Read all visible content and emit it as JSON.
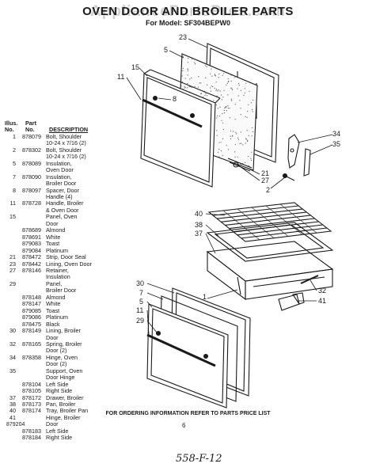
{
  "watermark": "AppliancePartsPros.com",
  "title": "OVEN DOOR AND BROILER PARTS",
  "model": "For Model: SF304BEPW0",
  "legend": {
    "headers": {
      "illus_line1": "Illus.",
      "illus_line2": "No.",
      "part_line1": "Part",
      "part_line2": "No.",
      "description": "DESCRIPTION"
    },
    "rows": [
      {
        "illus": "1",
        "part": "878079",
        "desc": "Bolt, Shoulder"
      },
      {
        "illus": "",
        "part": "",
        "desc": "10-24 x 7/16 (2)"
      },
      {
        "illus": "2",
        "part": "878302",
        "desc": "Bolt, Shoulder"
      },
      {
        "illus": "",
        "part": "",
        "desc": "10-24 x 7/16 (2)"
      },
      {
        "illus": "5",
        "part": "878089",
        "desc": "Insulation,"
      },
      {
        "illus": "",
        "part": "",
        "desc": "Oven Door"
      },
      {
        "illus": "7",
        "part": "878090",
        "desc": "Insulation,"
      },
      {
        "illus": "",
        "part": "",
        "desc": "Broiler Door"
      },
      {
        "illus": "8",
        "part": "878097",
        "desc": "Spacer, Door"
      },
      {
        "illus": "",
        "part": "",
        "desc": "Handle (4)"
      },
      {
        "illus": "11",
        "part": "878728",
        "desc": "Handle, Broiler"
      },
      {
        "illus": "",
        "part": "",
        "desc": "& Oven Door"
      },
      {
        "illus": "15",
        "part": "",
        "desc": "Panel, Oven"
      },
      {
        "illus": "",
        "part": "",
        "desc": "Door"
      },
      {
        "illus": "",
        "part": "878689",
        "desc": "Almond"
      },
      {
        "illus": "",
        "part": "878691",
        "desc": "White"
      },
      {
        "illus": "",
        "part": "879083",
        "desc": "Toast"
      },
      {
        "illus": "",
        "part": "879084",
        "desc": "Platinum"
      },
      {
        "illus": "21",
        "part": "878472",
        "desc": "Strip, Door Seal"
      },
      {
        "illus": "23",
        "part": "878442",
        "desc": "Lining, Oven Door"
      },
      {
        "illus": "27",
        "part": "878146",
        "desc": "Retainer,"
      },
      {
        "illus": "",
        "part": "",
        "desc": "Insulation"
      },
      {
        "illus": "29",
        "part": "",
        "desc": "Panel,"
      },
      {
        "illus": "",
        "part": "",
        "desc": "Broiler Door"
      },
      {
        "illus": "",
        "part": "878148",
        "desc": "Almond"
      },
      {
        "illus": "",
        "part": "878147",
        "desc": "White"
      },
      {
        "illus": "",
        "part": "879085",
        "desc": "Toast"
      },
      {
        "illus": "",
        "part": "879086",
        "desc": "Platinum"
      },
      {
        "illus": "",
        "part": "878475",
        "desc": "Black"
      },
      {
        "illus": "30",
        "part": "878149",
        "desc": "Lining, Broiler"
      },
      {
        "illus": "",
        "part": "",
        "desc": "Door"
      },
      {
        "illus": "32",
        "part": "878165",
        "desc": "Spring, Broiler"
      },
      {
        "illus": "",
        "part": "",
        "desc": "Door (2)"
      },
      {
        "illus": "34",
        "part": "878358",
        "desc": "Hinge, Oven"
      },
      {
        "illus": "",
        "part": "",
        "desc": "Door (2)"
      },
      {
        "illus": "35",
        "part": "",
        "desc": "Support, Oven"
      },
      {
        "illus": "",
        "part": "",
        "desc": "Door Hinge"
      },
      {
        "illus": "",
        "part": "878104",
        "desc": "Left Side"
      },
      {
        "illus": "",
        "part": "878105",
        "desc": "Right Side"
      },
      {
        "illus": "37",
        "part": "878172",
        "desc": "Drawer, Broiler"
      },
      {
        "illus": "38",
        "part": "878173",
        "desc": "Pan, Broiler"
      },
      {
        "illus": "40",
        "part": "878174",
        "desc": "Tray, Broiler Pan"
      },
      {
        "illus": "41",
        "part": "",
        "desc": "Hinge, Broiler"
      },
      {
        "illus": "",
        "part": "",
        "desc": "Door"
      },
      {
        "illus": "",
        "part": "878183",
        "desc": "Left Side"
      },
      {
        "illus": "",
        "part": "878184",
        "desc": "Right Side"
      }
    ]
  },
  "callouts": {
    "c23": "23",
    "c5": "5",
    "c15": "15",
    "c11": "11",
    "c8": "8",
    "c34": "34",
    "c35": "35",
    "c21": "21",
    "c27": "27",
    "c2": "2",
    "c40": "40",
    "c38": "38",
    "c37": "37",
    "c1": "1",
    "c32": "32",
    "c41": "41",
    "c30": "30",
    "c7": "7",
    "c5b": "5",
    "c11b": "11",
    "c29": "29"
  },
  "footer": "FOR ORDERING INFORMATION REFER TO PARTS PRICE LIST",
  "doc_number": "879204",
  "page_number": "6",
  "handwritten_note": "558-F-12"
}
